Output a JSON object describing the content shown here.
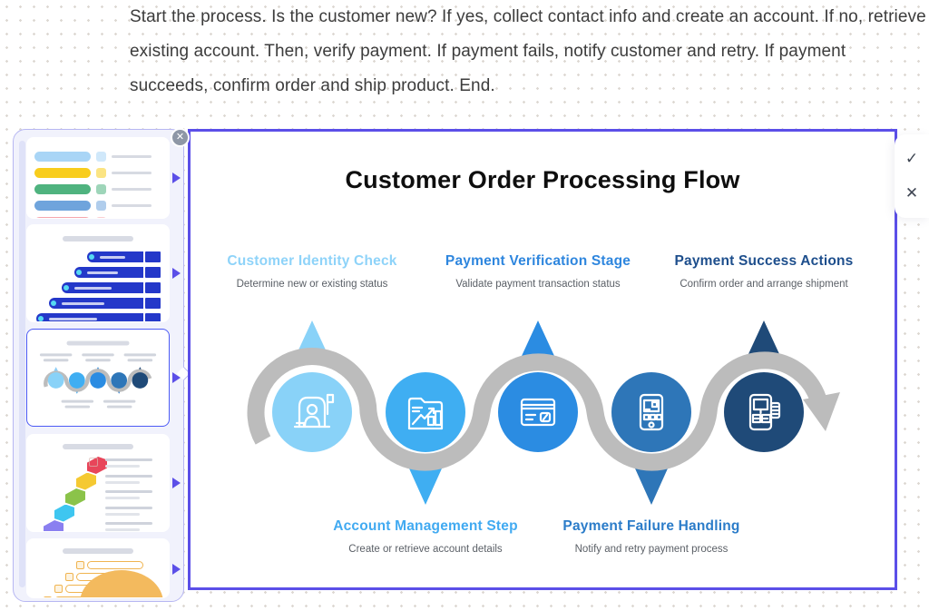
{
  "prompt": {
    "text": "Start the process. Is the customer new? If yes, collect contact info and create an account. If no, retrieve existing account. Then, verify payment. If payment fails, notify customer and retry. If payment succeeds, confirm order and ship product. End."
  },
  "sidebar": {
    "close_label": "✕",
    "thumbnails": [
      {
        "name": "colored-pill-list-template",
        "selected": false
      },
      {
        "name": "blue-stacked-bars-template",
        "selected": false
      },
      {
        "name": "wave-timeline-template",
        "selected": true
      },
      {
        "name": "staircase-steps-template",
        "selected": false
      },
      {
        "name": "orange-funnel-template",
        "selected": false
      }
    ]
  },
  "canvas": {
    "title": "Customer Order Processing Flow",
    "border_color": "#5b4fe8",
    "path_color": "#bcbcbc",
    "steps": [
      {
        "title": "Customer Identity Check",
        "subtitle": "Determine new or existing status",
        "title_color": "#8ed3f9",
        "circle_color": "#89d2f8",
        "icon": "person-checkin-icon",
        "pointer": "up"
      },
      {
        "title": "Account Management Step",
        "subtitle": "Create or retrieve account details",
        "title_color": "#41aaf1",
        "circle_color": "#3faef2",
        "icon": "folder-chart-icon",
        "pointer": "down"
      },
      {
        "title": "Payment Verification Stage",
        "subtitle": "Validate payment transaction status",
        "title_color": "#2e86de",
        "circle_color": "#2b8ce2",
        "icon": "credit-card-icon",
        "pointer": "up"
      },
      {
        "title": "Payment Failure Handling",
        "subtitle": "Notify and retry payment process",
        "title_color": "#2b7cc9",
        "circle_color": "#2e76b8",
        "icon": "smartphone-icon",
        "pointer": "down"
      },
      {
        "title": "Payment Success Actions",
        "subtitle": "Confirm order and arrange shipment",
        "title_color": "#1d4e8c",
        "circle_color": "#1f4a78",
        "icon": "pos-terminal-icon",
        "pointer": "up"
      }
    ]
  },
  "actions": {
    "confirm_label": "✓",
    "dismiss_label": "✕"
  }
}
